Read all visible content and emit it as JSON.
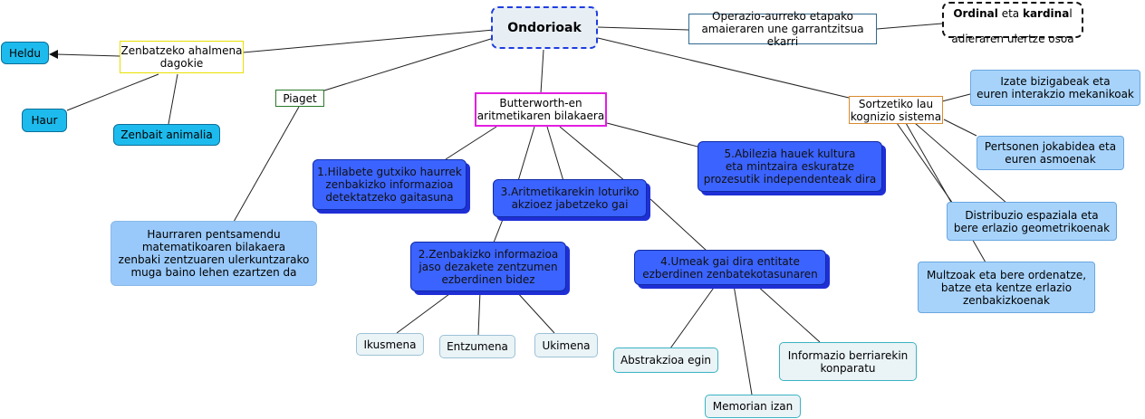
{
  "nodes": {
    "root": "Ondorioak",
    "operazio": "Operazio-aurreko etapako\namaieraren une garrantzitsua ekarri",
    "ordinal": [
      "Ordinal",
      " eta ",
      "kardina",
      "l",
      "adieraren ulertze osoa"
    ],
    "zenbatzeko": "Zenbatzeko ahalmena\ndagokie",
    "heldu": "Heldu",
    "haur": "Haur",
    "animalia": "Zenbait animalia",
    "piaget": "Piaget",
    "haurraren": "Haurraren pentsamendu\nmatematikoaren bilakaera\nzenbaki zentzuaren ulerkuntzarako\nmuga baino lehen ezartzen da",
    "butterworth": "Butterworth-en\naritmetikaren bilakaera",
    "hilabete": "1.Hilabete gutxiko haurrek\nzenbakizko informazioa\ndetektatzeko gaitasuna",
    "aritmetika": "3.Aritmetikarekin loturiko\nakzioez jabetzeko gai",
    "abilezia": "5.Abilezia hauek kultura\neta mintzaira eskuratze\nprozesutik independenteak dira",
    "zenbakizko": "2.Zenbakizko informazioa\njaso dezakete zentzumen\nezberdinen bidez",
    "umeak": "4.Umeak gai dira entitate\nezberdinen zenbatekotasunaren",
    "ikusmena": "Ikusmena",
    "entzumena": "Entzumena",
    "ukimena": "Ukimena",
    "abstrakzioa": "Abstrakzioa egin",
    "memorian": "Memorian izan",
    "informazio": "Informazio berriarekin\nkonparatu",
    "sortzetiko": "Sortzetiko lau\nkognizio sistema",
    "izate": "Izate bizigabeak eta\neuren interakzio mekanikoak",
    "pertsonen": "Pertsonen jokabidea eta\neuren asmoenak",
    "distribuzio": "Distribuzio espaziala eta\nbere erlazio geometrikoenak",
    "multzoak": "Multzoak eta bere ordenatze,\nbatze eta kentze erlazio\nzenbakizkoenak"
  },
  "colors": {
    "line": "#222222",
    "root_border": "#1e3ce0",
    "blue_fill": "#3b63ff",
    "cyan_fill": "#1dbbed"
  }
}
